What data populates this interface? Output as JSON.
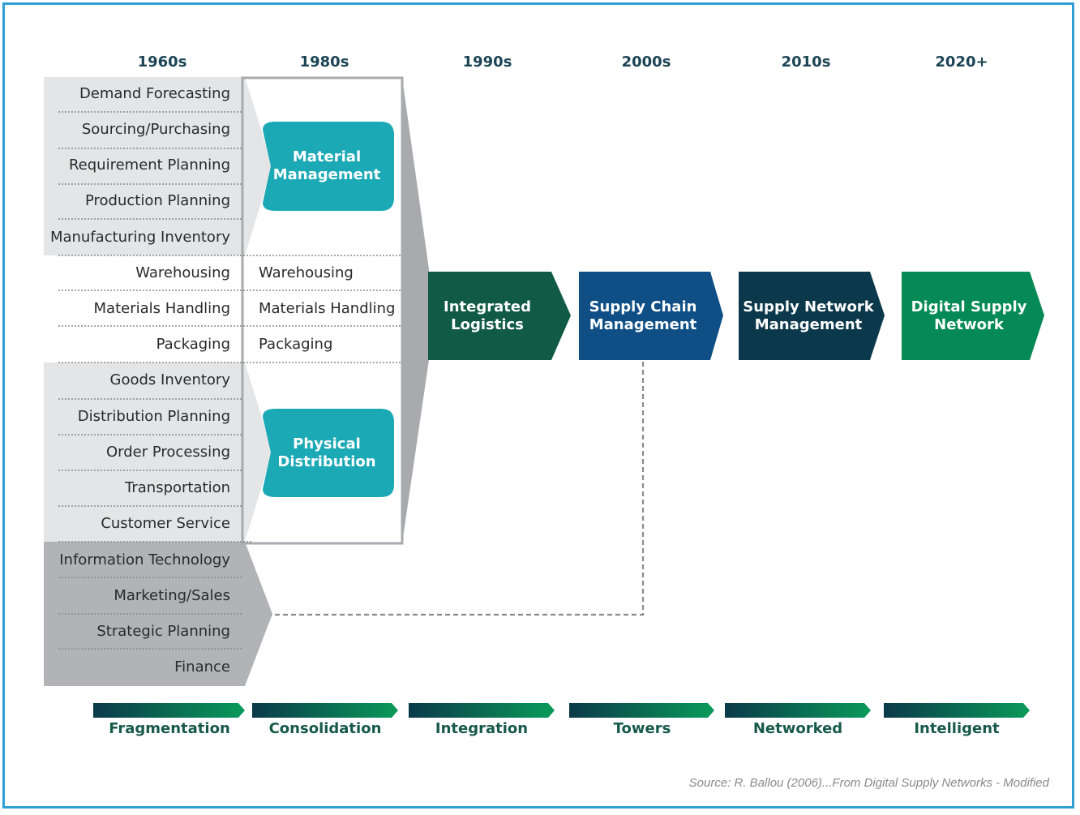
{
  "eras": [
    "1960s",
    "1980s",
    "1990s",
    "2000s",
    "2010s",
    "2020+"
  ],
  "left_column": {
    "material_group": [
      "Demand Forecasting",
      "Sourcing/Purchasing",
      "Requirement Planning",
      "Production Planning",
      "Manufacturing Inventory"
    ],
    "shared_group": [
      "Warehousing",
      "Materials Handling",
      "Packaging"
    ],
    "distribution_group": [
      "Goods Inventory",
      "Distribution Planning",
      "Order Processing",
      "Transportation",
      "Customer Service"
    ],
    "other_group": [
      "Information Technology",
      "Marketing/Sales",
      "Strategic Planning",
      "Finance"
    ]
  },
  "middle_column": {
    "material_management": "Material\nManagement",
    "shared_items": [
      "Warehousing",
      "Materials Handling",
      "Packaging"
    ],
    "physical_distribution": "Physical\nDistribution"
  },
  "stages": [
    {
      "label": "Integrated\nLogistics",
      "color": "#115a45"
    },
    {
      "label": "Supply Chain\nManagement",
      "color": "#0f4f85"
    },
    {
      "label": "Supply Network\nManagement",
      "color": "#0b384b"
    },
    {
      "label": "Digital Supply\nNetwork",
      "color": "#058a55"
    }
  ],
  "phases": [
    "Fragmentation",
    "Consolidation",
    "Integration",
    "Towers",
    "Networked",
    "Intelligent"
  ],
  "colors": {
    "teal_box": "#1ca9b6",
    "light_grey": "#e4e5e6",
    "dark_grey": "#b1b3b6",
    "connector_grey": "#a8aaad",
    "era_text": "#1b4454",
    "phase_text": "#17594a",
    "phase_gradient_start": "#0b3a4a",
    "phase_gradient_end": "#0a9a5a",
    "frame": "#2f9fd3"
  },
  "source": "Source: R. Ballou (2006)...From Digital Supply Networks - Modified"
}
